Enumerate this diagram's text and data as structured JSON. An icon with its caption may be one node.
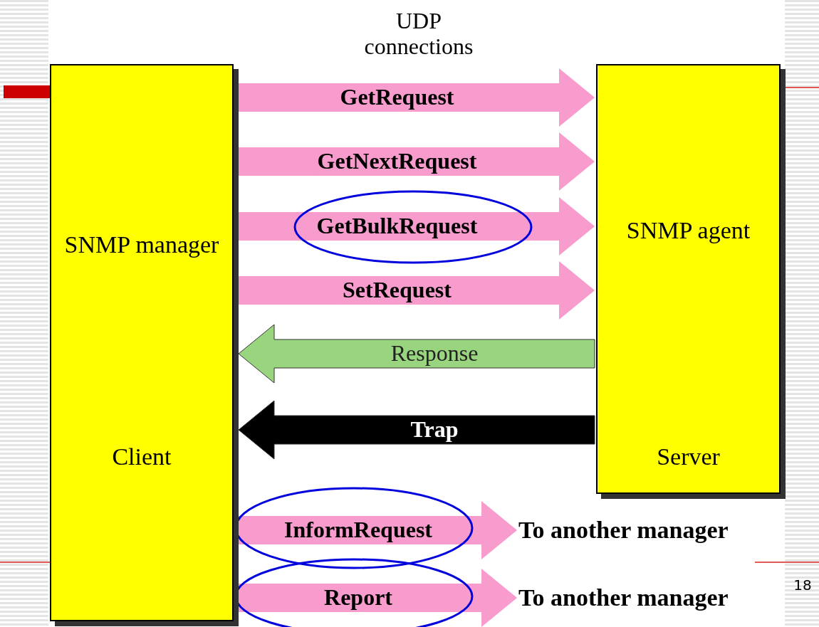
{
  "diagram": {
    "nodes": [
      {
        "text": [
          "SNMP manager",
          "Client"
        ]
      },
      {
        "text": [
          "SNMP agent",
          "Server"
        ]
      },
      {
        "text": [
          "To another manager"
        ]
      },
      {
        "text": [
          "To another manager"
        ]
      }
    ],
    "edges": [
      {
        "from": 0,
        "to": 1,
        "arrow": "to",
        "label": "GetRequest"
      },
      {
        "from": 0,
        "to": 1,
        "arrow": "to",
        "label": "GetNextRequest"
      },
      {
        "from": 0,
        "to": 1,
        "arrow": "to",
        "label": "GetBulkRequest"
      },
      {
        "from": 0,
        "to": 1,
        "arrow": "to",
        "label": "SetRequest"
      },
      {
        "from": 1,
        "to": 0,
        "arrow": "to",
        "label": "Response",
        "color": "#99d57f"
      },
      {
        "from": 1,
        "to": 0,
        "arrow": "to",
        "label": "Trap",
        "color": "#000000"
      },
      {
        "from": 0,
        "to": 2,
        "arrow": "to",
        "label": "InformRequest"
      },
      {
        "from": 0,
        "to": 3,
        "arrow": "to",
        "label": "Report"
      }
    ],
    "labels": [
      "UDP connections",
      "18"
    ]
  }
}
